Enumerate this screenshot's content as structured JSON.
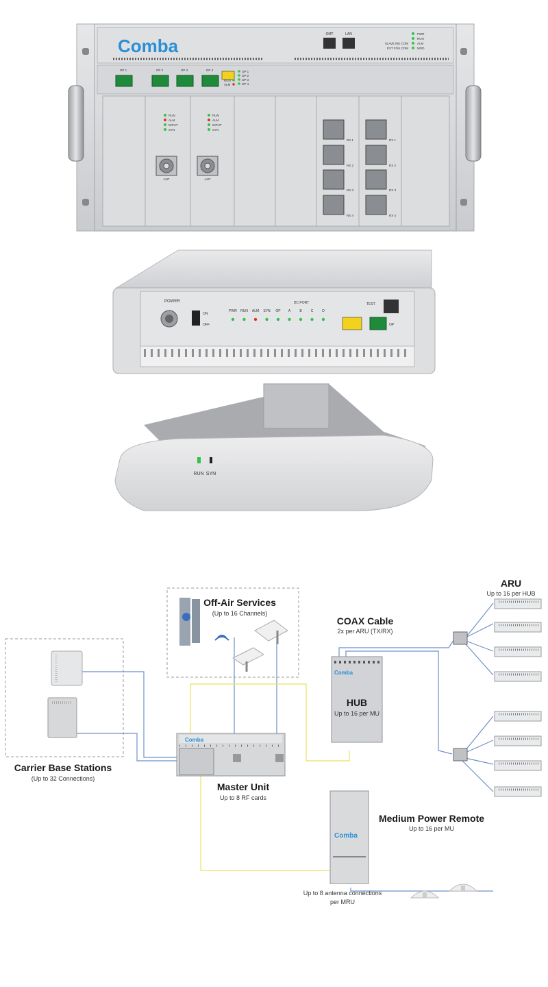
{
  "master_unit_chassis": {
    "brand": "Comba",
    "ports": [
      "OMT",
      "LAN"
    ],
    "status_labels": [
      "PWR",
      "RUN",
      "ALM",
      "MOD"
    ],
    "com_labels": [
      "SLAVE MU COM",
      "EXT FOU COM"
    ],
    "op_ports": [
      "OP 1",
      "OP 2",
      "OP 3",
      "OP 4"
    ],
    "op_indicators": [
      "OP 1",
      "OP 2",
      "OP 3",
      "OP 4"
    ],
    "run_alm": [
      "RUN",
      "ALM"
    ],
    "card_leds": [
      "RUN",
      "ALM",
      "INPUT",
      "SYN"
    ],
    "ant_label": "ANT",
    "rx_labels": [
      "RX 1",
      "RX 2",
      "RX 3",
      "RX 4"
    ]
  },
  "hub_chassis": {
    "power_label": "POWER",
    "on_label": "ON",
    "off_label": "OFF",
    "led_labels": [
      "PWR",
      "RUN",
      "ALM",
      "SYN",
      "OP",
      "A",
      "B",
      "C",
      "D"
    ],
    "dc_port_label": "DC PORT",
    "test_label": "TEST",
    "op_label": "OP"
  },
  "aru_device": {
    "indicators": [
      "RUN",
      "SYN"
    ]
  },
  "diagram": {
    "off_air": {
      "title": "Off-Air Services",
      "subtitle": "(Up to 16 Channels)"
    },
    "carrier": {
      "title": "Carrier Base Stations",
      "subtitle": "(Up to 32 Connections)"
    },
    "coax": {
      "title": "COAX Cable",
      "subtitle": "2x per ARU (TX/RX)"
    },
    "aru": {
      "title": "ARU",
      "subtitle": "Up to 16 per HUB"
    },
    "hub": {
      "title": "HUB",
      "subtitle": "Up to 16 per MU",
      "brand": "Comba"
    },
    "master": {
      "title": "Master Unit",
      "subtitle": "Up to 8 RF cards",
      "brand": "Comba"
    },
    "mpr": {
      "title": "Medium Power Remote",
      "subtitle": "Up to 16 per MU",
      "brand": "Comba"
    },
    "antenna": {
      "line1": "Up to 8 antenna connections",
      "line2": "per MRU"
    }
  },
  "colors": {
    "brand_blue": "#2a8fd6",
    "fiber_yellow": "#e8e25a",
    "coax_blue": "#6f8fc9",
    "chassis_gray": "#d9dadc",
    "led_green": "#35c24a",
    "led_red": "#d9342b"
  }
}
